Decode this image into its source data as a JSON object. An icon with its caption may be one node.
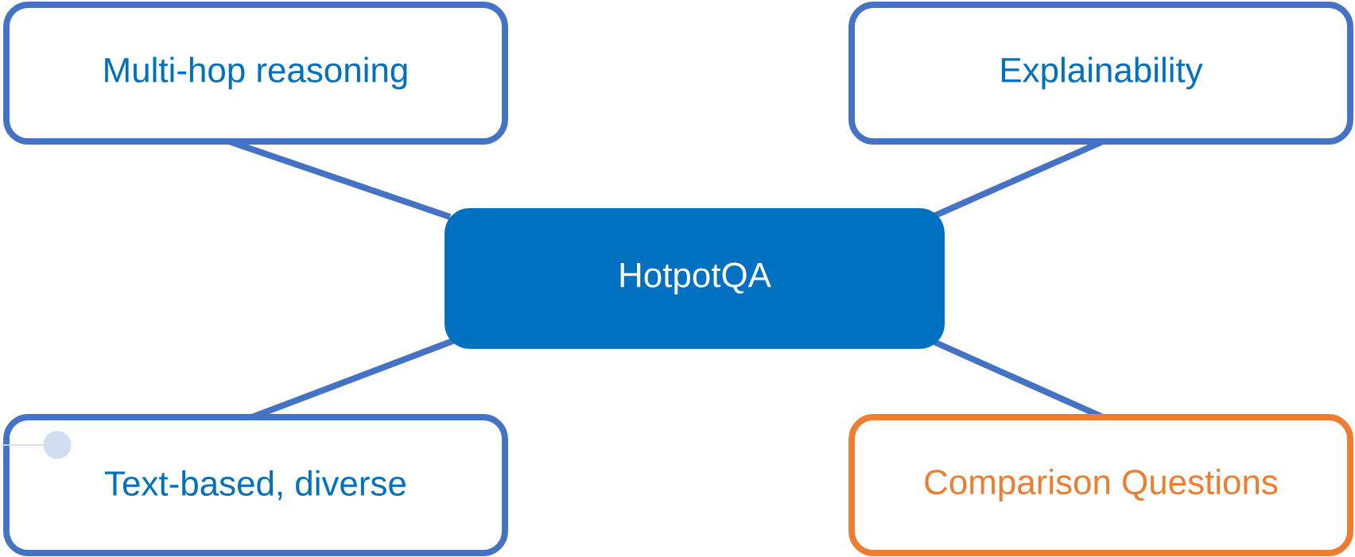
{
  "diagram": {
    "nodes": [
      {
        "text": [
          "Multi-hop reasoning"
        ]
      },
      {
        "text": [
          "Explainability"
        ]
      },
      {
        "text": [
          "HotpotQA"
        ]
      },
      {
        "text": [
          "Text-based, diverse"
        ]
      },
      {
        "text": [
          "Comparison Questions"
        ]
      }
    ],
    "edges": [
      {
        "from": 2,
        "to": 0,
        "arrow": "none"
      },
      {
        "from": 2,
        "to": 1,
        "arrow": "none"
      },
      {
        "from": 2,
        "to": 3,
        "arrow": "none"
      },
      {
        "from": 2,
        "to": 4,
        "arrow": "none"
      }
    ]
  }
}
